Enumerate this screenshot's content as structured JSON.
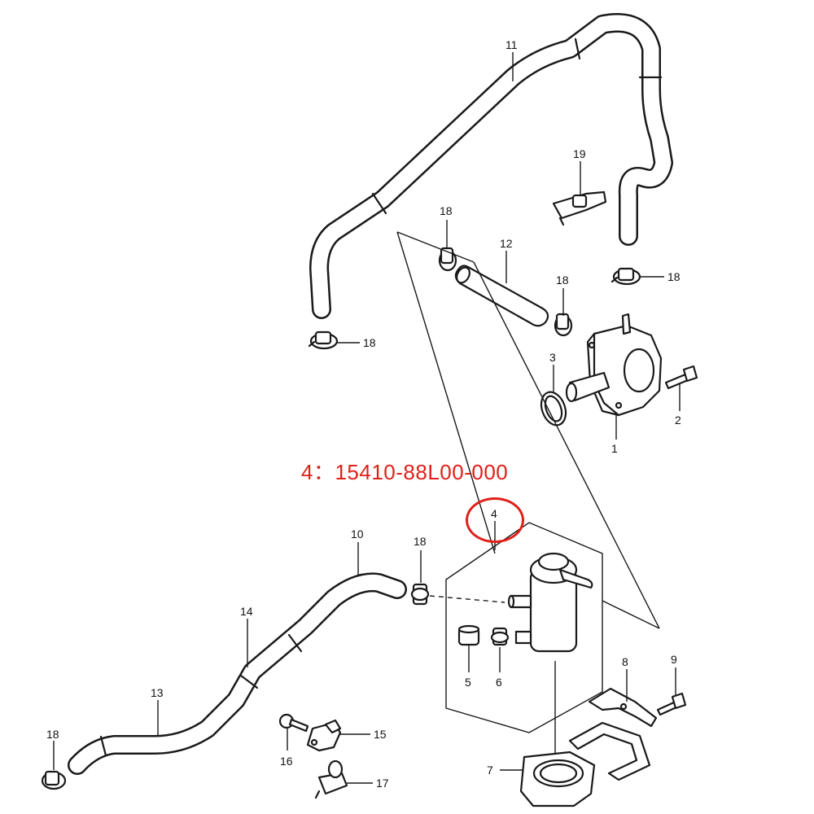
{
  "note": {
    "text": "4：15410-88L00-000",
    "color": "#e0201a"
  },
  "labels": {
    "p1": "1",
    "p2": "2",
    "p3": "3",
    "p4": "4",
    "p5": "5",
    "p6": "6",
    "p7": "7",
    "p8": "8",
    "p9": "9",
    "p10": "10",
    "p11": "11",
    "p12": "12",
    "p13": "13",
    "p14": "14",
    "p15": "15",
    "p16": "16",
    "p17": "17",
    "p18a": "18",
    "p18b": "18",
    "p18c": "18",
    "p18d": "18",
    "p18e": "18",
    "p18f": "18",
    "p19": "19"
  }
}
